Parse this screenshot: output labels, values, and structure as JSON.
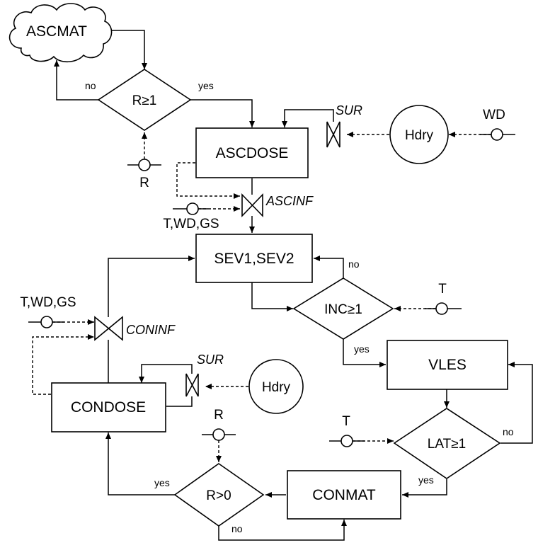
{
  "nodes": {
    "ascmat": "ASCMAT",
    "r_ge_1": "R≥1",
    "ascdose": "ASCDOSE",
    "hdry_top": "Hdry",
    "sev": "SEV1,SEV2",
    "inc": "INC≥1",
    "vles": "VLES",
    "lat": "LAT≥1",
    "condose": "CONDOSE",
    "hdry_bottom": "Hdry",
    "r_gt_0": "R>0",
    "conmat": "CONMAT"
  },
  "valves": {
    "sur_top": "SUR",
    "ascinf": "ASCINF",
    "coninf": "CONINF",
    "sur_bottom": "SUR"
  },
  "inputs": {
    "wd": "WD",
    "r_top": "R",
    "t_wd_gs_top": "T,WD,GS",
    "t_inc": "T",
    "t_wd_gs_left": "T,WD,GS",
    "t_lat": "T",
    "r_bottom": "R"
  },
  "edge_labels": {
    "no_r_ge_1": "no",
    "yes_r_ge_1": "yes",
    "no_inc": "no",
    "yes_inc": "yes",
    "no_lat": "no",
    "yes_lat": "yes",
    "yes_r_gt_0": "yes",
    "no_r_gt_0": "no"
  }
}
